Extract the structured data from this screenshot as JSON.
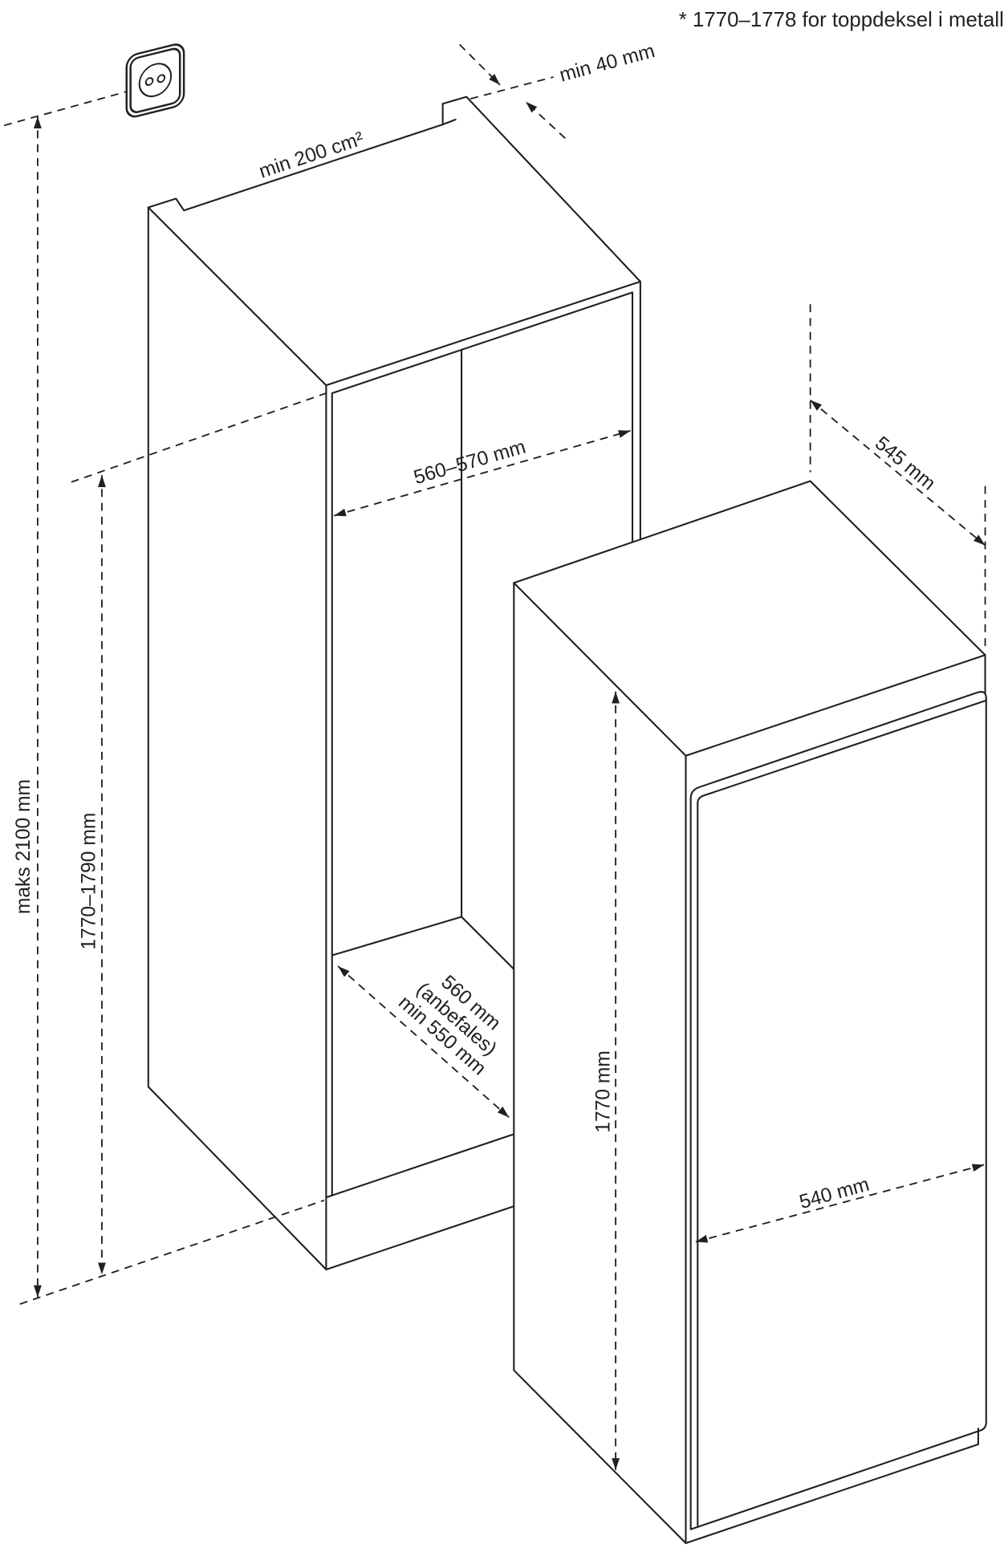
{
  "note": "* 1770–1778 for toppdeksel i metall",
  "labels": {
    "max_height": "maks 2100 mm",
    "niche_height": "1770–1790 mm",
    "niche_width": "560–570 mm",
    "niche_depth": [
      "560 mm",
      "(anbefales)",
      "min 550 mm"
    ],
    "ventilation_area": "min 200 cm²",
    "rear_gap": "min 40 mm",
    "appliance_depth": "545 mm",
    "appliance_height": "1770 mm",
    "appliance_width": "540 mm"
  },
  "icons": {
    "socket": "wall-socket-icon"
  },
  "colors": {
    "line": "#231f20",
    "background": "#ffffff"
  }
}
